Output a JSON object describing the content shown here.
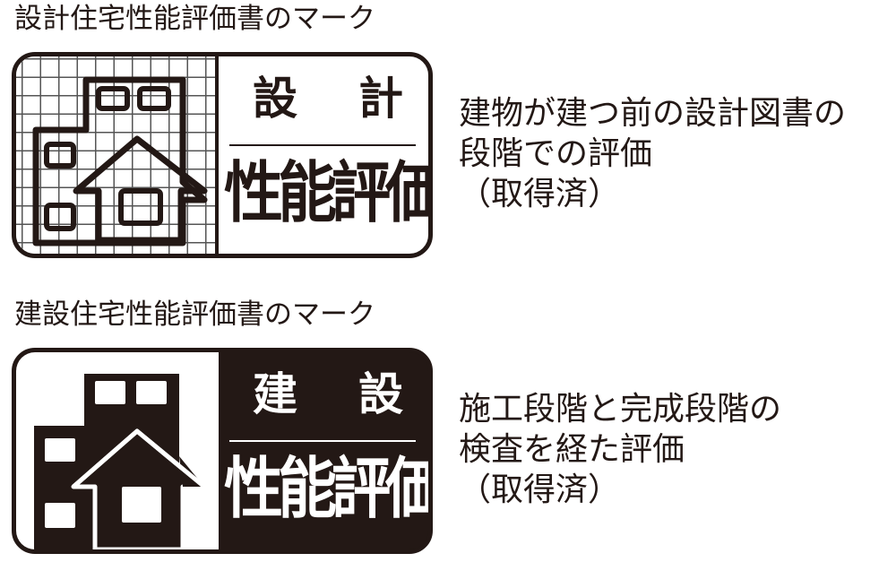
{
  "marks": [
    {
      "title": "設計住宅性能評価書のマーク",
      "badge": {
        "style": "outline-grid",
        "label_top": [
          "設",
          "計"
        ],
        "label_bottom": "性能評価",
        "icon": "house-building-icon"
      },
      "description": [
        "建物が建つ前の設計図書の",
        "段階での評価",
        "（取得済）"
      ]
    },
    {
      "title": "建設住宅性能評価書のマーク",
      "badge": {
        "style": "solid-dark",
        "label_top": [
          "建",
          "設"
        ],
        "label_bottom": "性能評価",
        "icon": "house-building-icon"
      },
      "description": [
        "施工段階と完成段階の",
        "検査を経た評価",
        "（取得済）"
      ]
    }
  ],
  "colors": {
    "ink": "#231815",
    "background": "#ffffff"
  }
}
